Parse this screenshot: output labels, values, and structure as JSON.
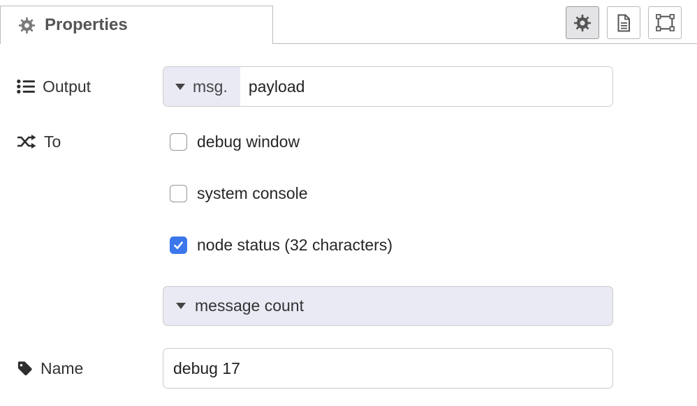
{
  "header": {
    "tab": {
      "label": "Properties"
    },
    "toolbar": {
      "buttons": [
        {
          "name": "properties",
          "icon": "gear-icon",
          "active": true
        },
        {
          "name": "description",
          "icon": "file-text-icon",
          "active": false
        },
        {
          "name": "appearance",
          "icon": "object-group-icon",
          "active": false
        }
      ]
    }
  },
  "form": {
    "output": {
      "label": "Output",
      "icon": "list-icon",
      "type_prefix": "msg.",
      "value": "payload"
    },
    "to": {
      "label": "To",
      "icon": "shuffle-icon",
      "checkboxes": [
        {
          "label": "debug window",
          "checked": false
        },
        {
          "label": "system console",
          "checked": false
        },
        {
          "label": "node status (32 characters)",
          "checked": true
        }
      ]
    },
    "status": {
      "value": "message count"
    },
    "name": {
      "label": "Name",
      "icon": "tag-icon",
      "value": "debug 17"
    }
  },
  "colors": {
    "checkbox_checked": "#3b77ea",
    "typed_input_bg": "#e9eaf4",
    "active_button_bg": "#e4e4e6",
    "border": "#bbbbbb",
    "input_border": "#cccccc",
    "text": "#444444"
  }
}
